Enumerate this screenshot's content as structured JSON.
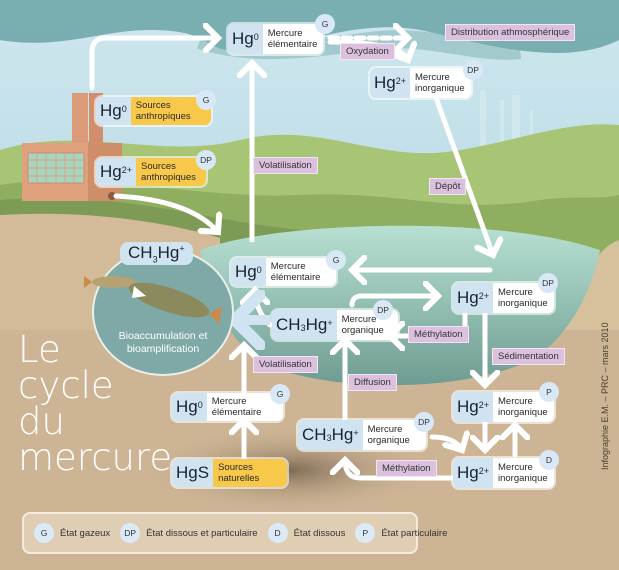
{
  "title": {
    "lines": [
      "Le",
      "cycle",
      "du",
      "mercure"
    ]
  },
  "nodes": {
    "atm_hg0": {
      "symbol": "Hg",
      "sup": "0",
      "label1": "Mercure",
      "label2": "élémentaire",
      "state": "G"
    },
    "atm_hg2": {
      "symbol": "Hg",
      "sup": "2+",
      "label1": "Mercure",
      "label2": "inorganique",
      "state": "DP"
    },
    "anthro_hg0": {
      "symbol": "Hg",
      "sup": "0",
      "label1": "Sources",
      "label2": "anthropiques",
      "state": "G"
    },
    "anthro_hg2": {
      "symbol": "Hg",
      "sup": "2+",
      "label1": "Sources",
      "label2": "anthropiques",
      "state": "DP"
    },
    "water_hg0": {
      "symbol": "Hg",
      "sup": "0",
      "label1": "Mercure",
      "label2": "élémentaire",
      "state": "G"
    },
    "water_hg2": {
      "symbol": "Hg",
      "sup": "2+",
      "label1": "Mercure",
      "label2": "inorganique",
      "state": "DP"
    },
    "water_ch3hg": {
      "symbol_a": "CH",
      "sub": "3",
      "symbol_b": "Hg",
      "sup": "+",
      "label1": "Mercure",
      "label2": "organique",
      "state": "DP"
    },
    "soil_hg0": {
      "symbol": "Hg",
      "sup": "0",
      "label1": "Mercure",
      "label2": "élémentaire",
      "state": "G"
    },
    "soil_hgs": {
      "symbol": "HgS",
      "label1": "Sources",
      "label2": "naturelles"
    },
    "sed_ch3hg": {
      "symbol_a": "CH",
      "sub": "3",
      "symbol_b": "Hg",
      "sup": "+",
      "label1": "Mercure",
      "label2": "organique",
      "state": "DP"
    },
    "sed_hg2_p": {
      "symbol": "Hg",
      "sup": "2+",
      "label1": "Mercure",
      "label2": "inorganique",
      "state": "P"
    },
    "sed_hg2_d": {
      "symbol": "Hg",
      "sup": "2+",
      "label1": "Mercure",
      "label2": "inorganique",
      "state": "D"
    }
  },
  "processes": {
    "distribution": "Distribution athmosphérique",
    "oxydation": "Oxydation",
    "volatilisation_top": "Volatilisation",
    "depot": "Dépôt",
    "methylation_water": "Méthylation",
    "sedimentation": "Sédimentation",
    "volatilisation_soil": "Volatilisation",
    "diffusion": "Diffusion",
    "methylation_sed": "Méthylation"
  },
  "bioaccumulation": {
    "symbol_a": "CH",
    "sub": "3",
    "symbol_b": "Hg",
    "sup": "+",
    "line1": "Bioaccumulation et",
    "line2": "bioamplification"
  },
  "legend": [
    {
      "code": "G",
      "text": "État gazeux"
    },
    {
      "code": "DP",
      "text": "État dissous et particulaire"
    },
    {
      "code": "D",
      "text": "État dissous"
    },
    {
      "code": "P",
      "text": "État particulaire"
    }
  ],
  "credit": "Infographie E.M. – PRC – mars 2010",
  "colors": {
    "sky": "#a9d3df",
    "cloud": "#5d9c9c",
    "hills": "#9cbc6a",
    "water": "#a9d6c9",
    "soil": "#cdb495",
    "source": "#f8c84a",
    "symbol": "#cfe3f1",
    "process": "#dcc1df"
  }
}
